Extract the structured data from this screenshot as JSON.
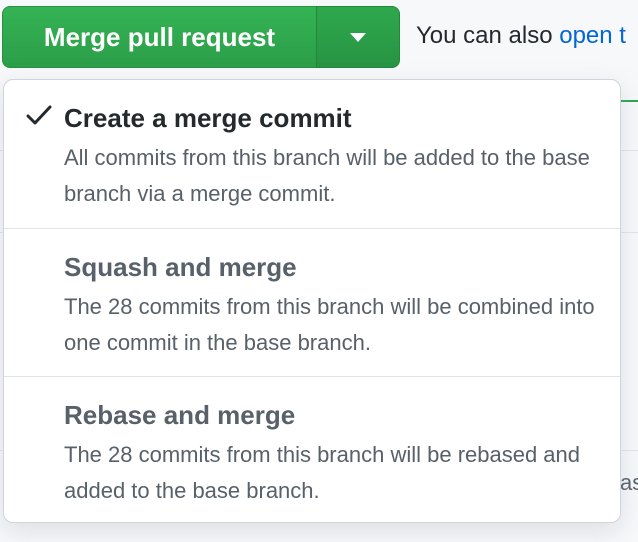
{
  "merge_button": {
    "label": "Merge pull request",
    "color": "#2ea44f"
  },
  "caret_icon": "caret-down-icon",
  "also_text": {
    "prefix": "You can also ",
    "link": "open t"
  },
  "menu": {
    "items": [
      {
        "title": "Create a merge commit",
        "description": "All commits from this branch will be added to the base branch via a merge commit.",
        "selected": true
      },
      {
        "title": "Squash and merge",
        "description": "The 28 commits from this branch will be combined into one commit in the base branch.",
        "selected": false
      },
      {
        "title": "Rebase and merge",
        "description": "The 28 commits from this branch will be rebased and added to the base branch.",
        "selected": false
      }
    ],
    "check_icon": "check-icon"
  },
  "background": {
    "fragment": "as"
  }
}
